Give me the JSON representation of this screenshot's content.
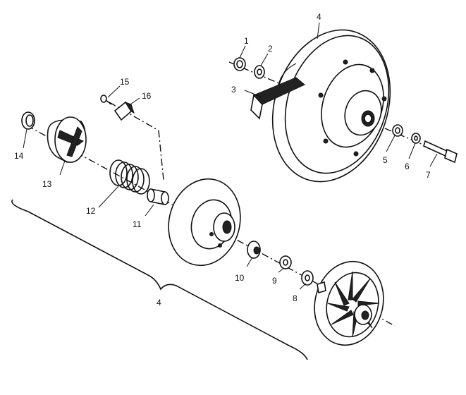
{
  "callouts": {
    "c1": "1",
    "c2": "2",
    "c3": "3",
    "c4_top": "4",
    "c5": "5",
    "c6": "6",
    "c7": "7",
    "c8": "8",
    "c9": "9",
    "c10": "10",
    "c11": "11",
    "c12": "12",
    "c13": "13",
    "c14": "14",
    "c15": "15",
    "c16": "16",
    "c4_bracket": "4"
  }
}
